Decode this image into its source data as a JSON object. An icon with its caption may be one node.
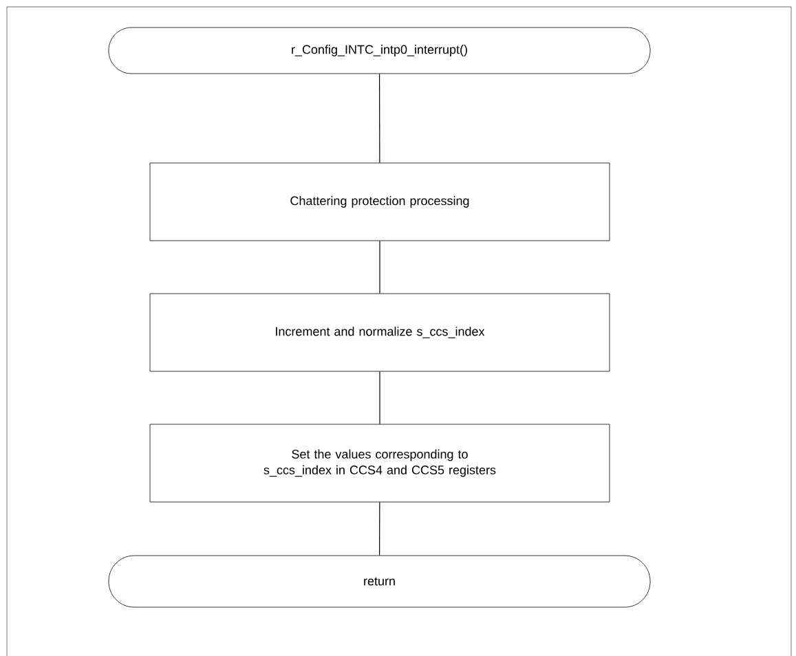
{
  "diagram": {
    "nodes": [
      {
        "text": [
          "r_Config_INTC_intp0_interrupt()"
        ]
      },
      {
        "text": [
          "Chattering protection processing"
        ]
      },
      {
        "text": [
          "Increment and normalize s_ccs_index"
        ]
      },
      {
        "text": [
          "Set the values corresponding to s_ccs_index in CCS4 and CCS5 registers"
        ]
      },
      {
        "text": [
          "return"
        ]
      }
    ],
    "edges": [
      {
        "from": 0,
        "to": 1,
        "arrow": "none"
      },
      {
        "from": 1,
        "to": 2,
        "arrow": "none"
      },
      {
        "from": 2,
        "to": 3,
        "arrow": "none"
      },
      {
        "from": 3,
        "to": 4,
        "arrow": "none"
      }
    ]
  }
}
